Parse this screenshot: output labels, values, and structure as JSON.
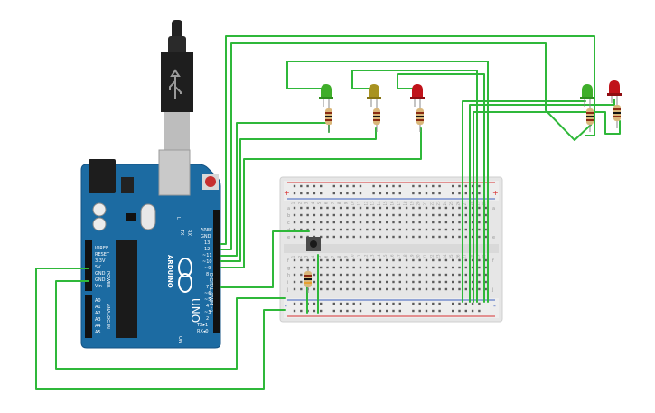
{
  "board": {
    "brand": "ARDUINO",
    "model": "UNO",
    "power_header": "POWER",
    "analog_header": "ANALOG IN",
    "digital_header": "DIGITAL (PWM ~)",
    "on_label": "ON",
    "tx_label": "TX",
    "rx_label": "RX",
    "l_label": "L",
    "power_pins": [
      "IOREF",
      "RESET",
      "3.3V",
      "5V",
      "GND",
      "GND",
      "Vin"
    ],
    "analog_pins": [
      "A0",
      "A1",
      "A2",
      "A3",
      "A4",
      "A5"
    ],
    "digital_pins_top": [
      "AREF",
      "GND",
      "13",
      "12",
      "~11",
      "~10",
      "~9",
      "8"
    ],
    "digital_pins_bottom": [
      "7",
      "~6",
      "~5",
      "4",
      "~3",
      "2",
      "TX▸1",
      "RX◂0"
    ]
  },
  "breadboard": {
    "plus": "+",
    "minus": "-",
    "letters_top": [
      "a",
      "b",
      "c",
      "d",
      "e"
    ],
    "letters_bottom": [
      "f",
      "g",
      "h",
      "i",
      "j"
    ],
    "columns": [
      "1",
      "2",
      "3",
      "4",
      "5",
      "6",
      "7",
      "8",
      "9",
      "10",
      "11",
      "12",
      "13",
      "14",
      "15",
      "16",
      "17",
      "18",
      "19",
      "20",
      "21",
      "22",
      "23",
      "24",
      "25",
      "26",
      "27",
      "28",
      "29",
      "30"
    ]
  },
  "leds": [
    {
      "color": "green",
      "hex": "#3fae2a"
    },
    {
      "color": "yellow",
      "hex": "#a89220"
    },
    {
      "color": "red",
      "hex": "#c0121a"
    },
    {
      "color": "green",
      "hex": "#3fae2a"
    },
    {
      "color": "red",
      "hex": "#c0121a"
    }
  ],
  "colors": {
    "board": "#1c6ba2",
    "wire": "#2fb83a",
    "breadboard": "#e6e6e6",
    "rail_red": "#d83434",
    "rail_blue": "#3b5fc0"
  }
}
